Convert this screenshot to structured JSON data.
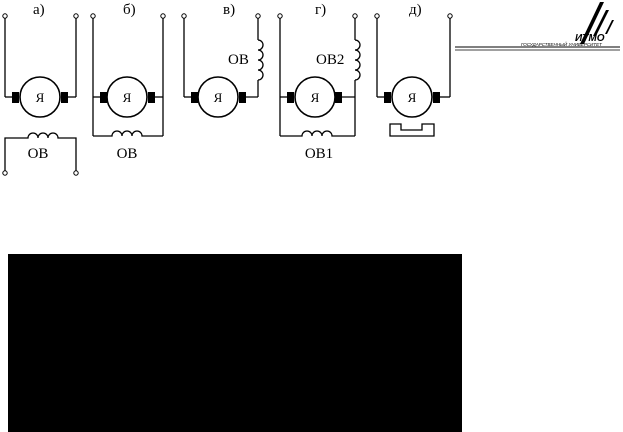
{
  "labels": {
    "a": "а)",
    "b": "б)",
    "v": "в)",
    "g": "г)",
    "d": "д)"
  },
  "armature_symbol": "Я",
  "windings": {
    "a": "ОВ",
    "b": "ОВ",
    "v": "ОВ",
    "g1": "ОВ1",
    "g2": "ОВ2"
  },
  "logo": {
    "name": "ИТМО",
    "subtitle": "ГОСУДАРСТВЕННЫЙ УНИВЕРСИТЕТ"
  },
  "colors": {
    "ink": "#000000",
    "background": "#ffffff",
    "panel": "#000000"
  }
}
